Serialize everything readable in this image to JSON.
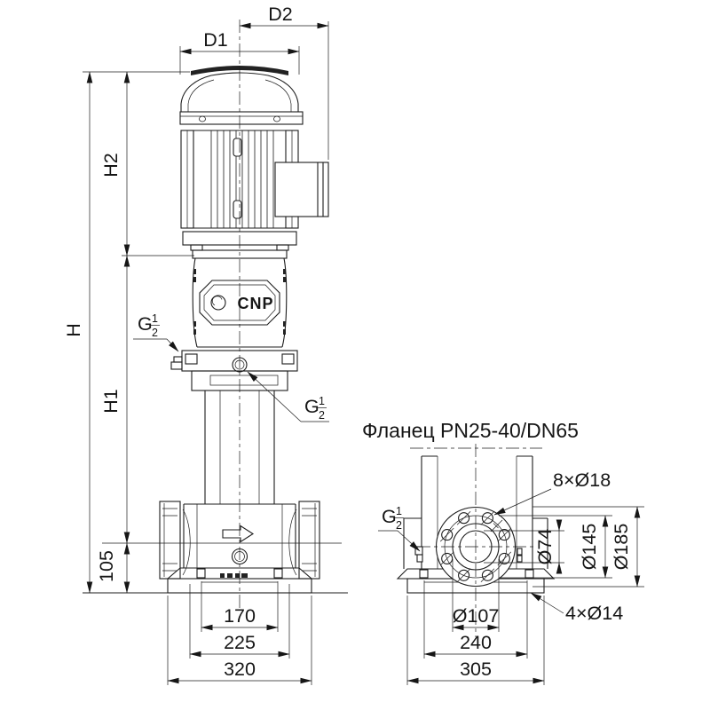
{
  "front_view": {
    "logo": "CNP",
    "dims": {
      "d2": "D2",
      "d1": "D1",
      "h": "H",
      "h2": "H2",
      "h1": "H1",
      "port_height": "105",
      "foot_span": "170",
      "plate_width": "225",
      "base_width": "320"
    },
    "vent_thread": {
      "letter": "G",
      "numerator": "1",
      "denominator": "2"
    },
    "drain_thread": {
      "letter": "G",
      "numerator": "1",
      "denominator": "2"
    }
  },
  "side_view": {
    "title": "Фланец PN25-40/DN65",
    "dims": {
      "bolt_holes": "8×Ø18",
      "bore": "Ø74",
      "bolt_circle": "Ø145",
      "flange_od": "Ø185",
      "hub": "Ø107",
      "foot_span": "240",
      "base_width": "305",
      "anchor_holes": "4×Ø14"
    },
    "plug_thread": {
      "letter": "G",
      "numerator": "1",
      "denominator": "2"
    }
  },
  "colors": {
    "line": "#1c1c1c",
    "background": "#ffffff",
    "grille": "#222222"
  }
}
